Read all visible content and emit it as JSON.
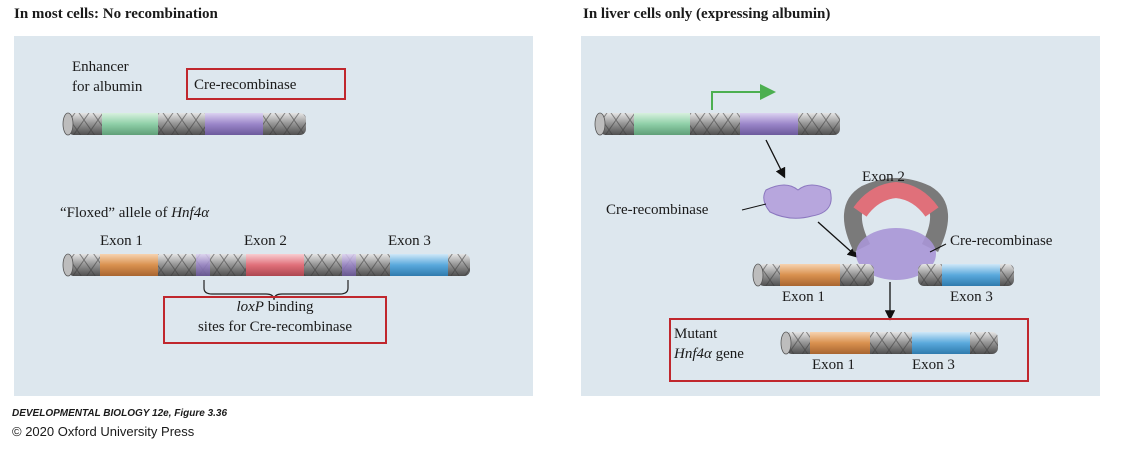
{
  "left_panel": {
    "title": "In most cells: No recombination",
    "enhancer_label_line1": "Enhancer",
    "enhancer_label_line2": "for albumin",
    "cre_label": "Cre-recombinase",
    "floxed_label_prefix": "“Floxed” allele of ",
    "floxed_gene": "Hnf4α",
    "exon1": "Exon 1",
    "exon2": "Exon 2",
    "exon3": "Exon 3",
    "loxp_italic": "loxP",
    "loxp_rest": " binding",
    "loxp_line2": "sites for Cre-recombinase"
  },
  "right_panel": {
    "title": "In liver cells only (expressing albumin)",
    "cre_label_left": "Cre-recombinase",
    "cre_label_right": "Cre-recombinase",
    "exon2": "Exon 2",
    "exon1": "Exon 1",
    "exon3": "Exon 3",
    "mutant_line1": "Mutant",
    "mutant_gene": "Hnf4α",
    "mutant_suffix": " gene",
    "mutant_exon1": "Exon 1",
    "mutant_exon3": "Exon 3"
  },
  "credit": {
    "line1": "DEVELOPMENTAL BIOLOGY 12e, Figure 3.36",
    "line2": "© 2020 Oxford University Press"
  },
  "colors": {
    "panel_bg": "#dde7ee",
    "enhancer": "#8fcfa8",
    "cre": "#9b86c9",
    "exon1": "#d9914f",
    "exon2": "#e0707a",
    "exon3": "#5aa9dc",
    "highlight_box": "#c0272d",
    "promoter_arrow": "#4caf50"
  }
}
